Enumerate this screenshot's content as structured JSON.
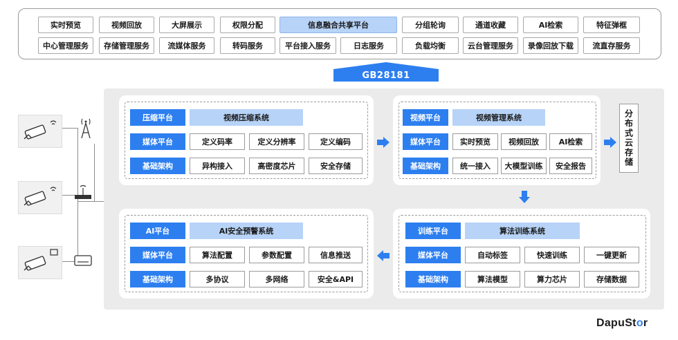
{
  "top_row1": [
    "实时预览",
    "视频回放",
    "大屏展示",
    "权限分配",
    "信息融合共享平台",
    "分组轮询",
    "通道收藏",
    "AI检索",
    "特征弹框"
  ],
  "top_row2": [
    "中心管理服务",
    "存储管理服务",
    "流媒体服务",
    "转码服务",
    "平台接入服务",
    "日志服务",
    "负载均衡",
    "云台管理服务",
    "录像回放下载",
    "流直存服务"
  ],
  "protocol": "GB28181",
  "panels": {
    "compress": {
      "rows": [
        {
          "tag": "压缩平台",
          "items": [
            "视频压缩系统"
          ]
        },
        {
          "tag": "媒体平台",
          "items": [
            "定义码率",
            "定义分辨率",
            "定义编码"
          ]
        },
        {
          "tag": "基础架构",
          "items": [
            "异构接入",
            "高密度芯片",
            "安全存储"
          ]
        }
      ]
    },
    "video": {
      "rows": [
        {
          "tag": "视频平台",
          "items": [
            "视频管理系统"
          ]
        },
        {
          "tag": "媒体平台",
          "items": [
            "实时预览",
            "视频回放",
            "AI检索"
          ]
        },
        {
          "tag": "基础架构",
          "items": [
            "统一接入",
            "大模型训练",
            "安全报告"
          ]
        }
      ]
    },
    "training": {
      "rows": [
        {
          "tag": "训练平台",
          "items": [
            "算法训练系统"
          ]
        },
        {
          "tag": "媒体平台",
          "items": [
            "自动标签",
            "快速训练",
            "一键更新"
          ]
        },
        {
          "tag": "基础架构",
          "items": [
            "算法模型",
            "算力芯片",
            "存储数据"
          ]
        }
      ]
    },
    "ai": {
      "rows": [
        {
          "tag": "AI平台",
          "items": [
            "AI安全预警系统"
          ]
        },
        {
          "tag": "媒体平台",
          "items": [
            "算法配置",
            "参数配置",
            "信息推送"
          ]
        },
        {
          "tag": "基础架构",
          "items": [
            "多协议",
            "多网络",
            "安全&API"
          ]
        }
      ]
    }
  },
  "storage": "分布式云存储",
  "brand": {
    "prefix": "Dapu",
    "mid": "St",
    "o": "o",
    "suffix": "r"
  },
  "colors": {
    "accent": "#2d7ff0",
    "light": "#b7d3f7"
  }
}
